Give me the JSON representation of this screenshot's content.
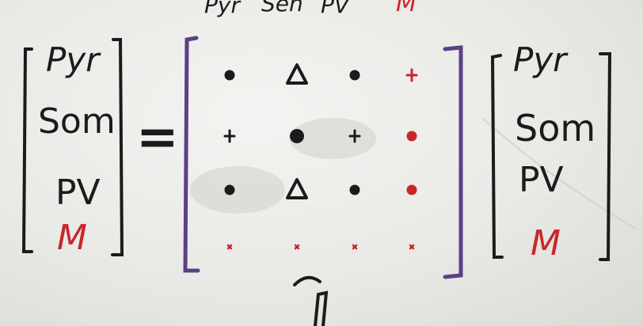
{
  "top_partial": {
    "labels": [
      "Pyr",
      "Sen",
      "PV"
    ],
    "m_label": "M"
  },
  "left_vector": [
    "Pyr",
    "Som",
    "PV",
    "M"
  ],
  "equals": "=",
  "matrix": [
    [
      {
        "s": "dot",
        "c": "black"
      },
      {
        "s": "triangle",
        "c": "black"
      },
      {
        "s": "dot",
        "c": "black"
      },
      {
        "s": "plus",
        "c": "red"
      }
    ],
    [
      {
        "s": "plus",
        "c": "black"
      },
      {
        "s": "dot",
        "c": "black"
      },
      {
        "s": "plus",
        "c": "black"
      },
      {
        "s": "dot",
        "c": "red"
      }
    ],
    [
      {
        "s": "dot",
        "c": "black"
      },
      {
        "s": "triangle",
        "c": "black"
      },
      {
        "s": "dot",
        "c": "black"
      },
      {
        "s": "dot",
        "c": "red"
      }
    ],
    [
      {
        "s": "small",
        "c": "red"
      },
      {
        "s": "small",
        "c": "red"
      },
      {
        "s": "small",
        "c": "red"
      },
      {
        "s": "small",
        "c": "red"
      }
    ]
  ],
  "right_vector": [
    "Pyr",
    "Som",
    "PV",
    "M"
  ],
  "colors": {
    "ink_black": "#1b1b1b",
    "ink_red": "#c8262b",
    "ink_purple": "#5d3f86",
    "board": "#ececea"
  }
}
